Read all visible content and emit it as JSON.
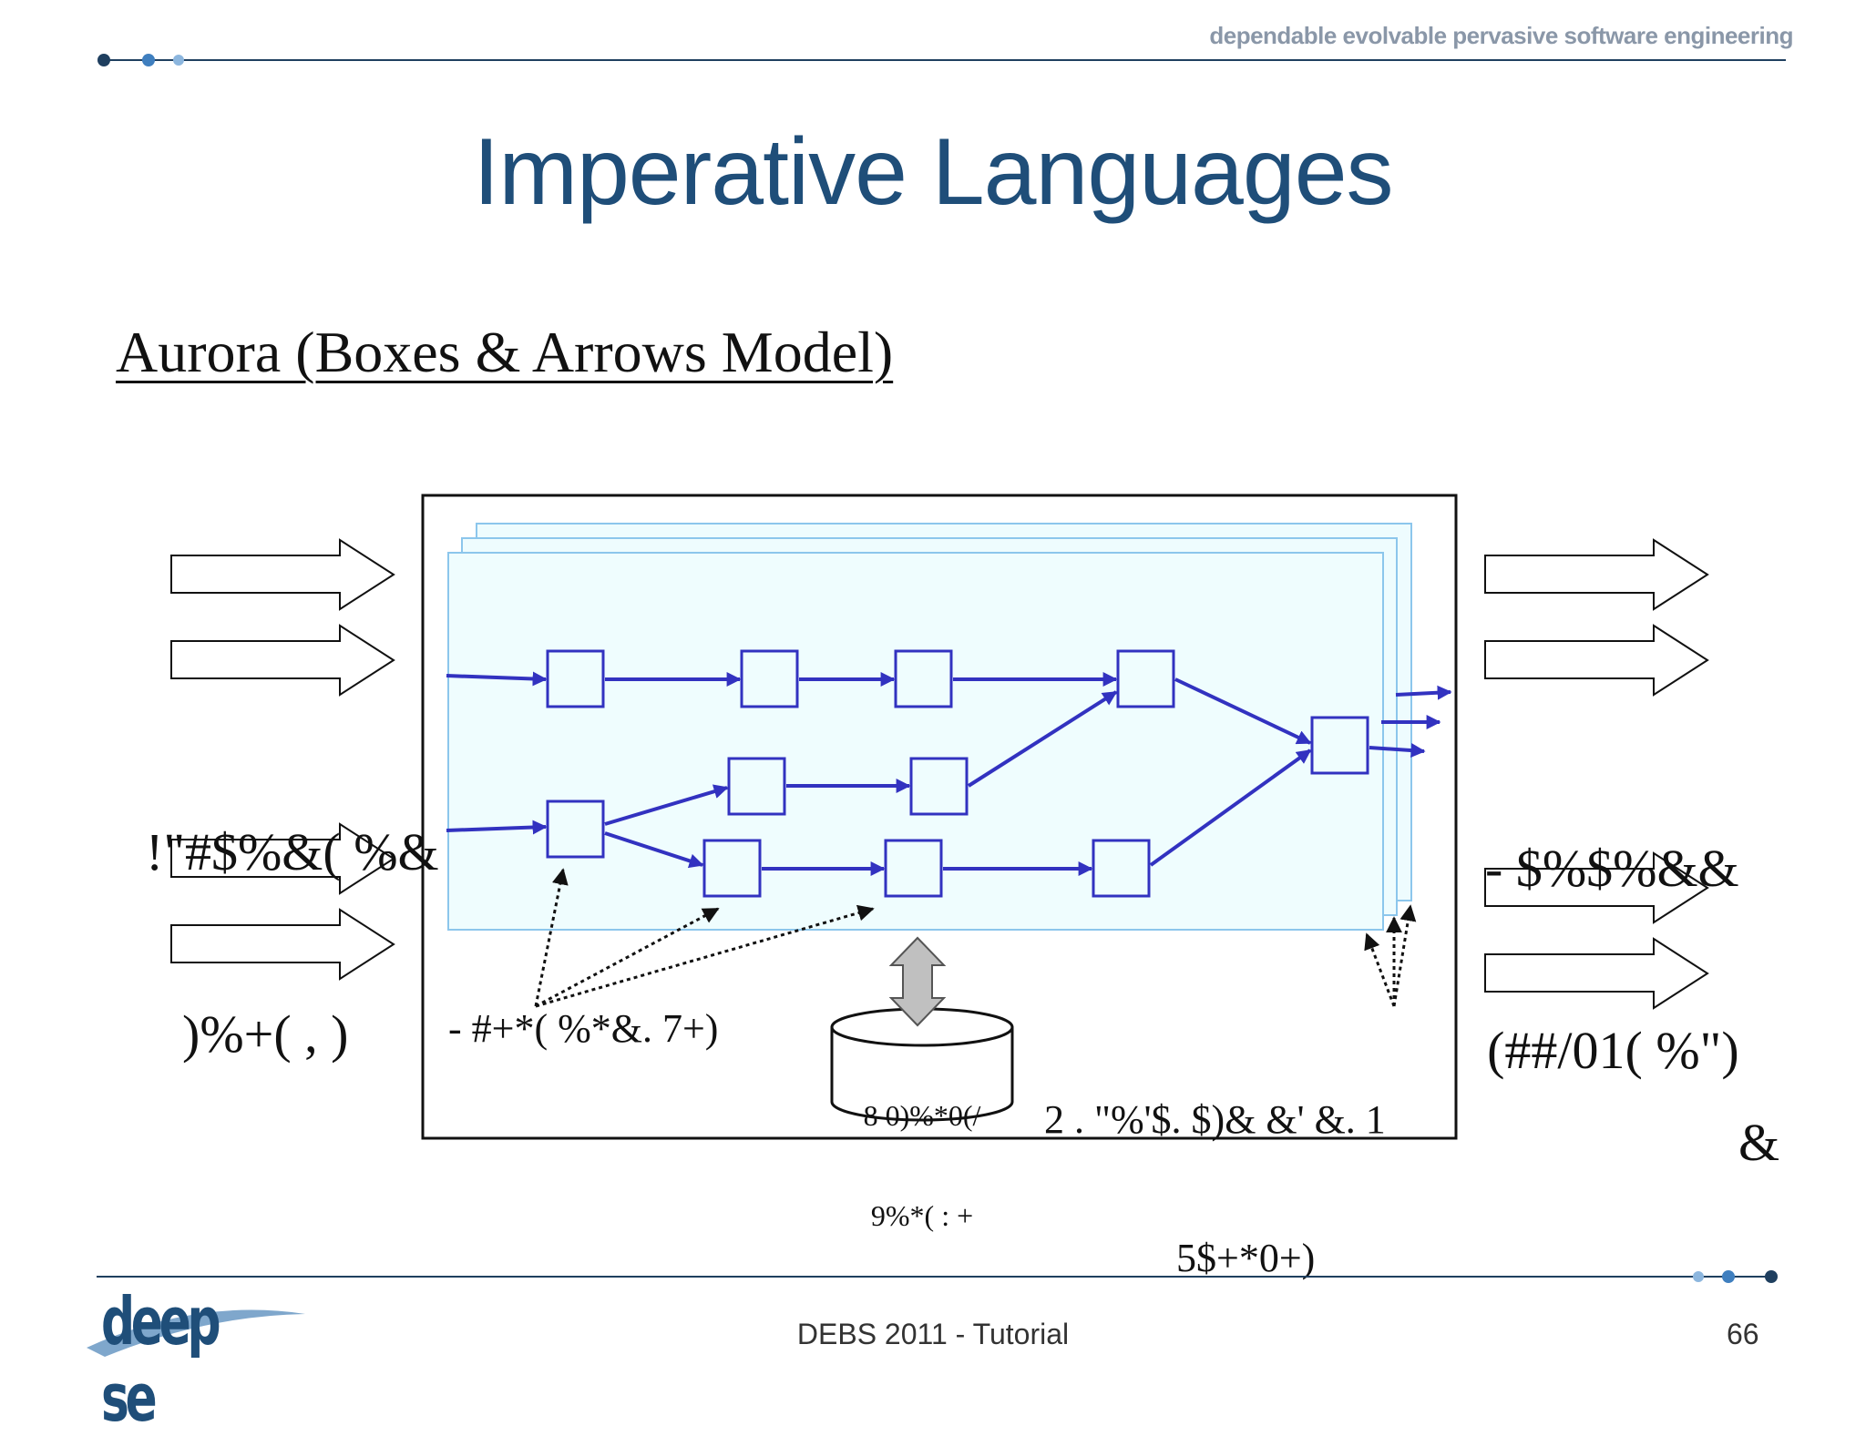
{
  "header": {
    "tagline": "dependable evolvable pervasive software engineering"
  },
  "slide": {
    "title": "Imperative Languages",
    "subtitle": "Aurora (Boxes & Arrows Model)"
  },
  "diagram": {
    "left_label_line1": "!\"#$%&( %&",
    "left_label_line2": ")%+( , )",
    "right_label_line1": "- $%$%&&",
    "right_label_line2": "(##/01( %\")",
    "bottom_left_label": "- #+*( %*&. 7+)",
    "db_label_line1": "8 0)%*0(/",
    "db_label_line2": "9%*( : +",
    "bottom_right_label_line1": "2 . \"%'$. $)& &' &. 1",
    "bottom_right_label_line2": "5$+*0+)",
    "stray_glyph": "&",
    "colors": {
      "box_stroke": "#3232c0",
      "panel_fill": "#eefcfe",
      "panel_stroke": "#8cc6ec"
    }
  },
  "footer": {
    "logo_text": "deep se",
    "center_text": "DEBS 2011 - Tutorial",
    "page_number": "66"
  }
}
